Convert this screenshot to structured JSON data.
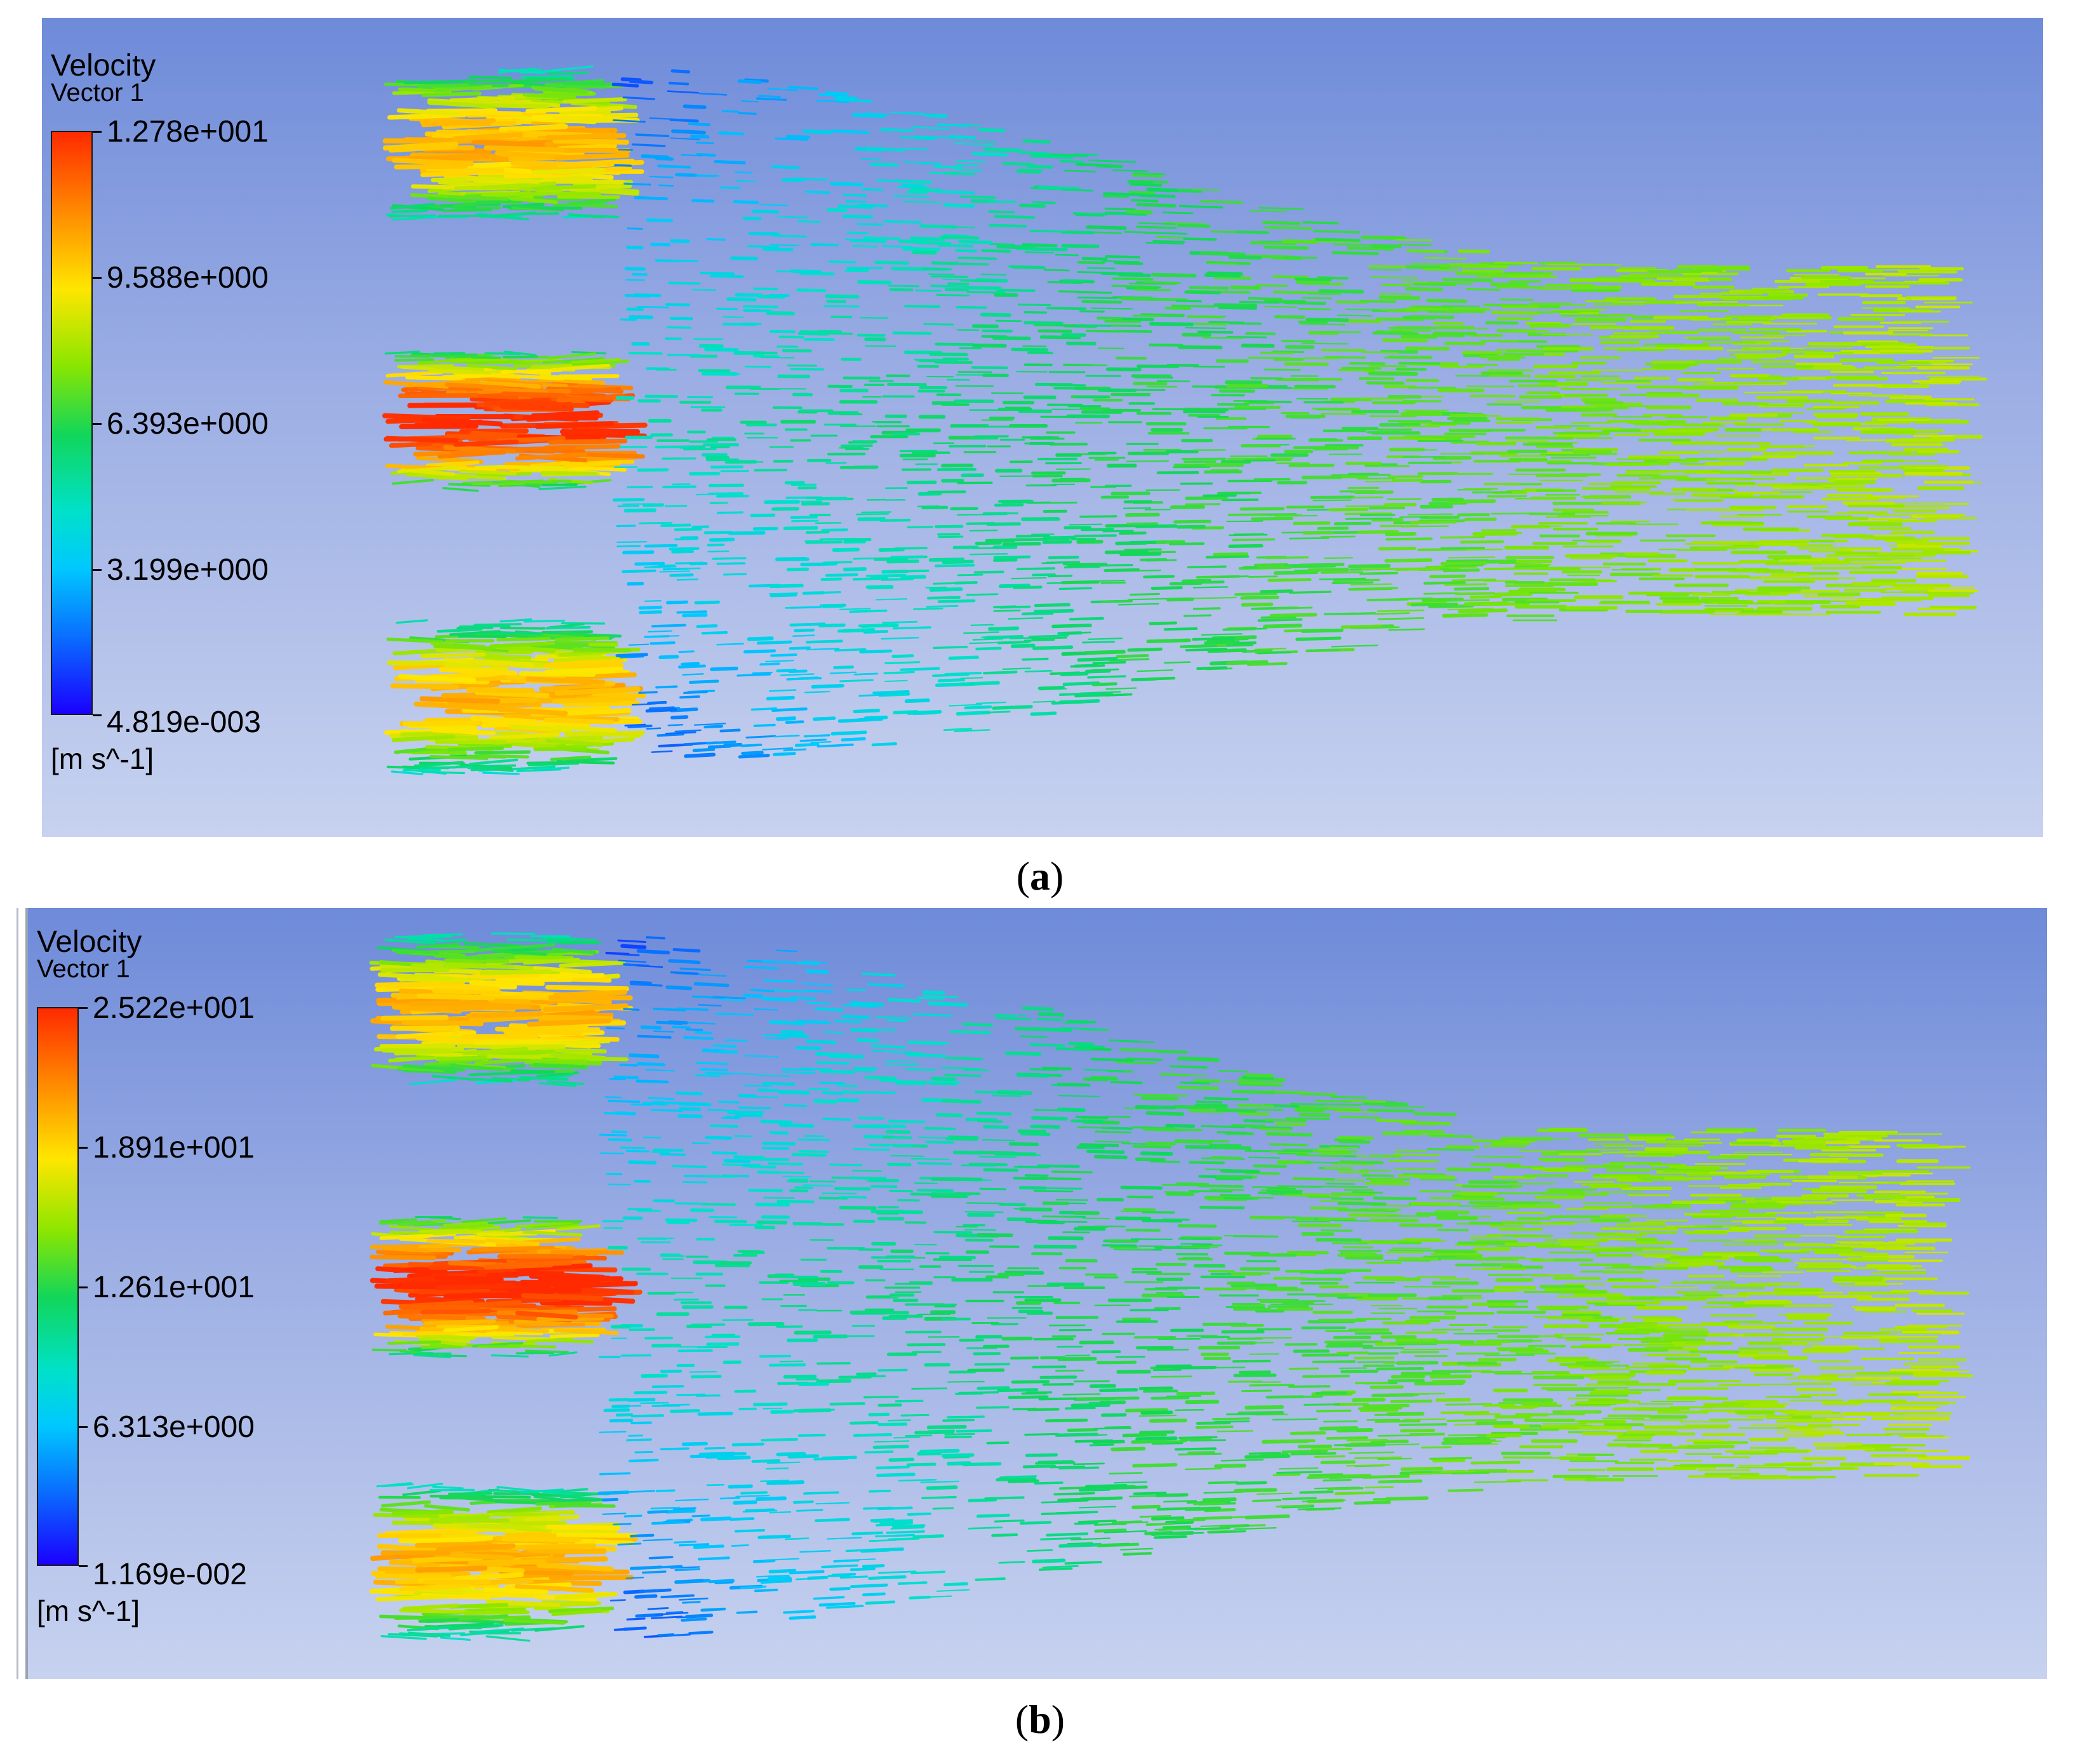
{
  "panels": [
    {
      "id": "a",
      "legend": {
        "title": "Velocity",
        "subtitle": "Vector 1",
        "ticks": [
          "1.278e+001",
          "9.588e+000",
          "6.393e+000",
          "3.199e+000",
          "4.819e-003"
        ],
        "unit": "[m s^-1]"
      },
      "caption": "(a)",
      "caption_letter": "a"
    },
    {
      "id": "b",
      "legend": {
        "title": "Velocity",
        "subtitle": "Vector 1",
        "ticks": [
          "2.522e+001",
          "1.891e+001",
          "1.261e+001",
          "6.313e+000",
          "1.169e-002"
        ],
        "unit": "[m s^-1]"
      },
      "caption": "(b)",
      "caption_letter": "b"
    }
  ],
  "colormap": [
    "#1a00ff",
    "#0a6cff",
    "#00c8ff",
    "#00e1c8",
    "#11d65a",
    "#8be600",
    "#ffe600",
    "#ff8c00",
    "#ff2a00"
  ]
}
